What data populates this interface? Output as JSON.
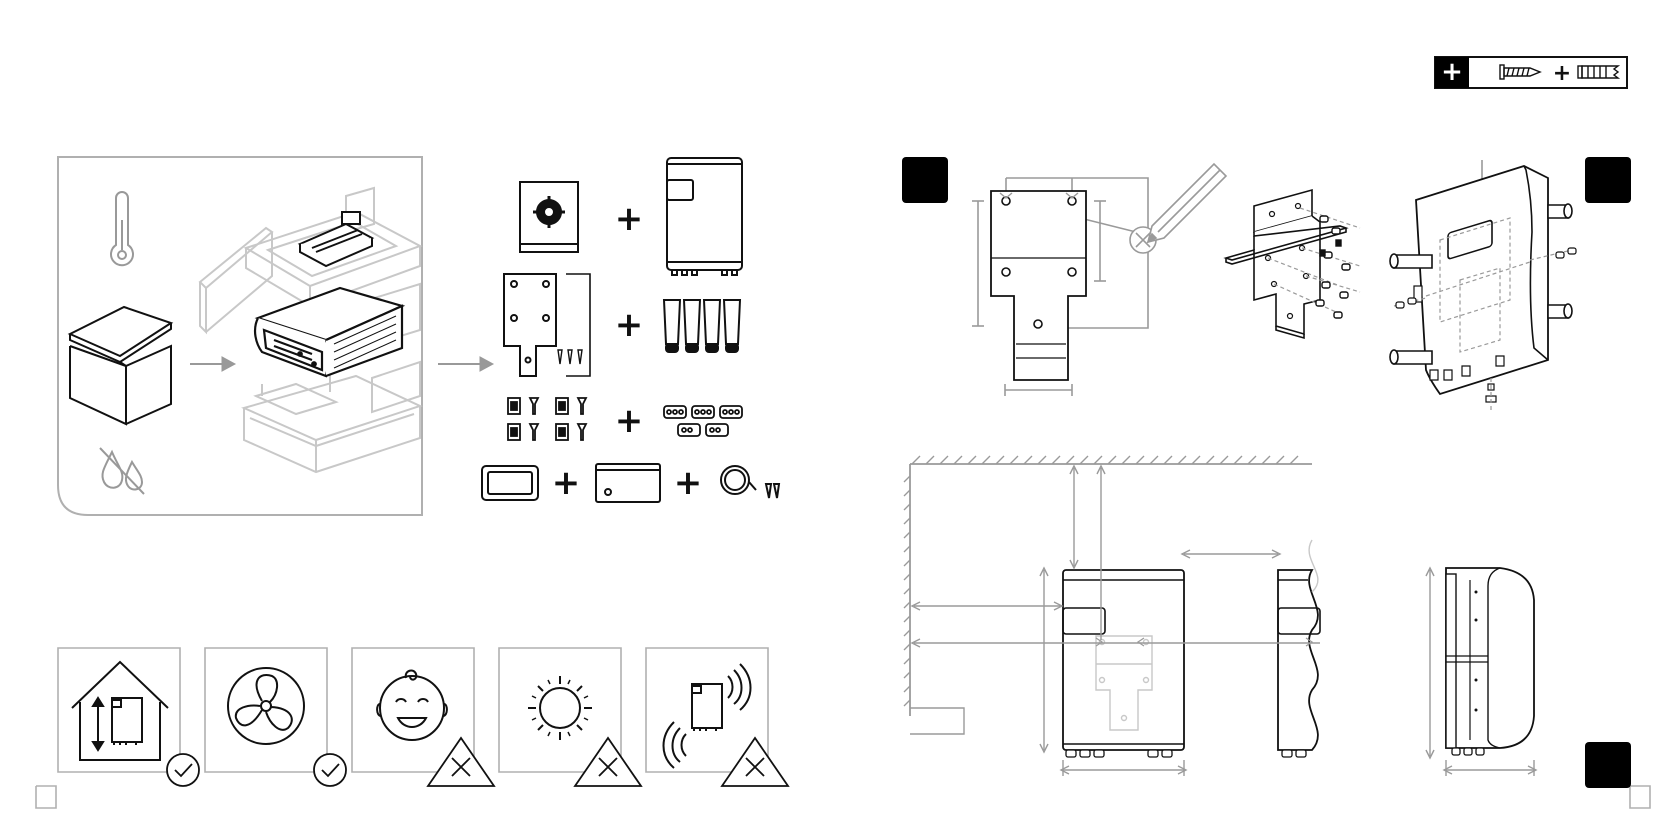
{
  "colors": {
    "ink": "#111111",
    "gray": "#9a9a9a",
    "light": "#c8c8c8",
    "badge": "#000000",
    "paper": "#ffffff"
  },
  "legend": {
    "plus_symbol": "+",
    "items": [
      "screw-icon",
      "wall-plug-icon"
    ]
  },
  "packaging": {
    "icons": [
      "thermometer-icon",
      "no-humidity-icon",
      "box-icon",
      "arrow-right-icon"
    ]
  },
  "contents": {
    "plus_symbol": "+",
    "rows": [
      [
        "manual-icon",
        "inverter-icon"
      ],
      [
        "bracket-icon",
        "plug-cover-icon"
      ],
      [
        "connector-icon",
        "terminal-block-icon"
      ],
      [
        "frame-icon",
        "smart-meter-icon",
        "cable-icon"
      ]
    ]
  },
  "environment": {
    "tiles": [
      {
        "icon": "indoor-house-icon",
        "status": "allowed"
      },
      {
        "icon": "fan-ventilation-icon",
        "status": "allowed"
      },
      {
        "icon": "baby-icon",
        "status": "forbidden"
      },
      {
        "icon": "sun-icon",
        "status": "forbidden"
      },
      {
        "icon": "wireless-interference-icon",
        "status": "forbidden"
      }
    ]
  }
}
